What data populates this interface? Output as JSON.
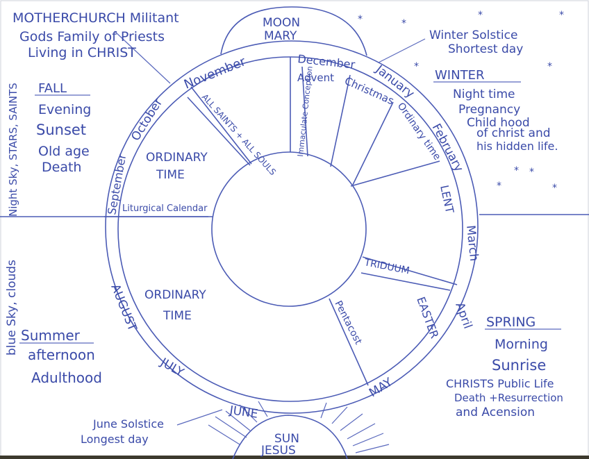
{
  "top_left": {
    "line1": "MOTHERCHURCH Militant",
    "line2": "Gods Family of Priests",
    "line3": "Living in CHRIST"
  },
  "moon": {
    "title": "MOON",
    "subtitle": "MARY"
  },
  "winter_solstice": {
    "line1": "Winter Solstice",
    "line2": "Shortest day"
  },
  "winter": {
    "title": "WINTER",
    "lines": [
      "Night time",
      "Pregnancy",
      "Child hood",
      "of christ and",
      "his hidden life."
    ]
  },
  "fall": {
    "title": "FALL",
    "lines": [
      "Evening",
      "Sunset",
      "Old age",
      "Death"
    ]
  },
  "vertical_left": {
    "top": "Night Sky, STARS, SAINTS",
    "bottom": "blue Sky, clouds"
  },
  "summer": {
    "title": "Summer",
    "lines": [
      "afternoon",
      "Adulthood"
    ]
  },
  "spring": {
    "title": "SPRING",
    "lines": [
      "Morning",
      "Sunrise",
      "CHRISTS Public Life",
      "Death +Resurrection",
      "and Acension"
    ]
  },
  "june_solstice": {
    "line1": "June Solstice",
    "line2": "Longest day"
  },
  "sun": {
    "title": "SUN",
    "subtitle": "JESUS"
  },
  "months": {
    "december": "December",
    "january": "January",
    "february": "February",
    "march": "March",
    "april": "April",
    "may": "MAY",
    "june": "JUNE",
    "july": "JULY",
    "august": "AUGUST",
    "september": "September",
    "october": "October",
    "november": "November"
  },
  "seasons": {
    "advent": "Advent",
    "christmas": "Christmas",
    "ordinary_time_winter": "Ordinary time",
    "immaculate_conception": "Immaculate Conception",
    "lent": "LENT",
    "triduum": "TRIDUUM",
    "easter": "EASTER",
    "pentacost": "Pentacost",
    "all_saints": "ALL SAINTS + ALL SOULS",
    "ordinary_time_fall": "ORDINARY TIME",
    "ordinary_time_summer": "ORDINARY TIME",
    "liturgical_calendar": "Liturgical Calendar"
  },
  "ordinary_time_fall": {
    "line1": "ORDINARY",
    "line2": "TIME"
  },
  "ordinary_time_summer": {
    "line1": "ORDINARY",
    "line2": "TIME"
  }
}
